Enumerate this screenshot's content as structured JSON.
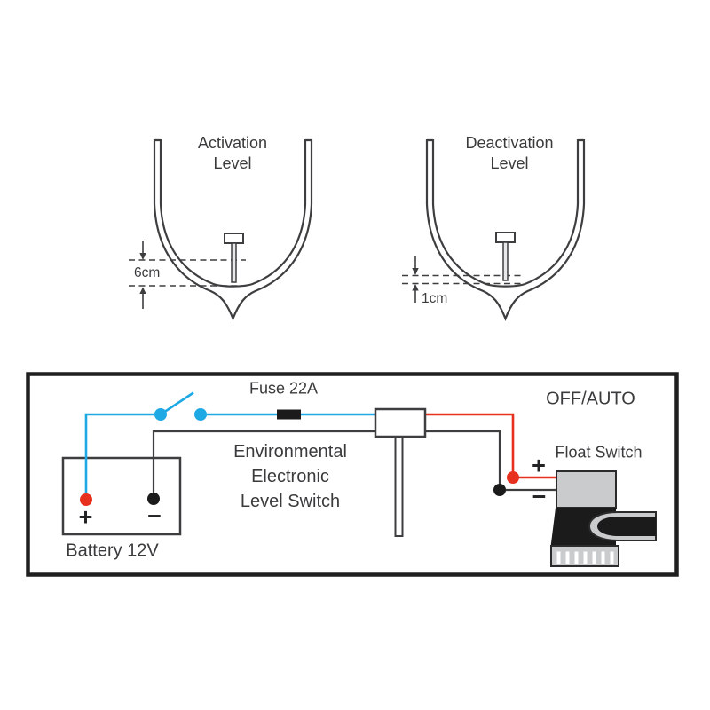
{
  "colors": {
    "wire-blue": "#1fa9e4",
    "wire-red": "#e8301f",
    "line-dark": "#3e3e40",
    "ink": "#3b3b3d",
    "pump-gray": "#c9cbcd",
    "black-fill": "#1b1b1b"
  },
  "activation": {
    "title_line1": "Activation",
    "title_line2": "Level",
    "measurement": "6cm"
  },
  "deactivation": {
    "title_line1": "Deactivation",
    "title_line2": "Level",
    "measurement": "1cm"
  },
  "wiring": {
    "fuse_label": "Fuse 22A",
    "mode_label": "OFF/AUTO",
    "controller_line1": "Environmental",
    "controller_line2": "Electronic",
    "controller_line3": "Level Switch",
    "float_switch_label": "Float Switch",
    "battery": {
      "label": "Battery 12V",
      "plus": "+",
      "minus": "−"
    },
    "pump": {
      "plus": "+",
      "minus": "−"
    }
  }
}
